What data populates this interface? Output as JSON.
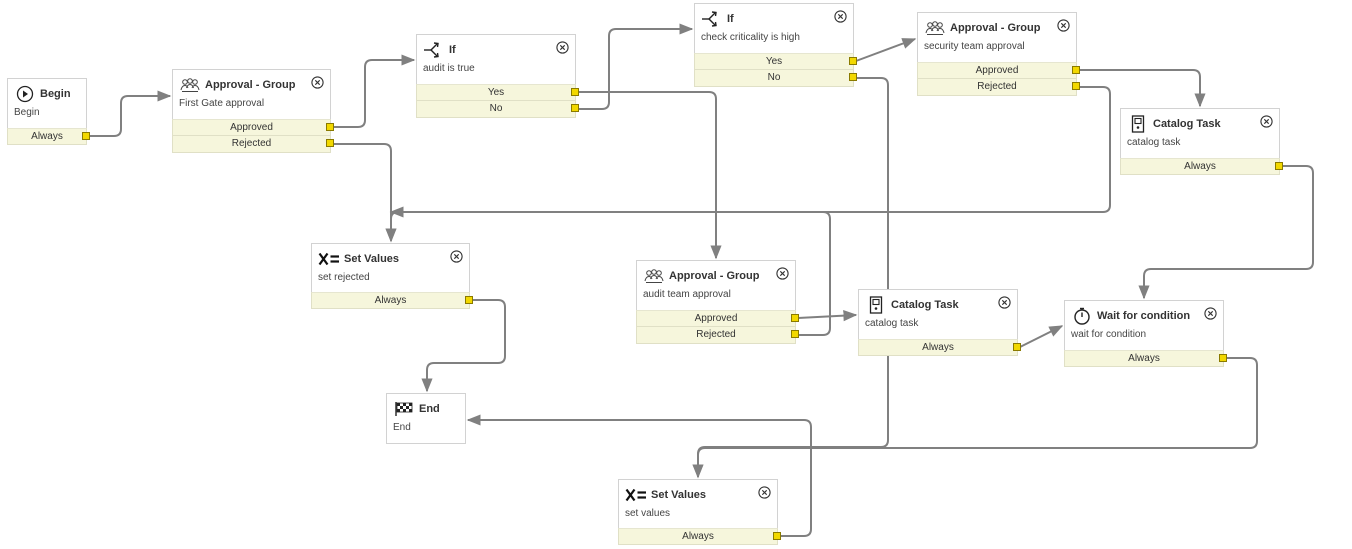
{
  "connector_color": "#808080",
  "output_bg": "#f6f6dc",
  "port_color": "#f2d800",
  "nodes": [
    {
      "id": "begin",
      "icon": "play-icon",
      "title": "Begin",
      "subtitle": "Begin",
      "outputs": [
        "Always"
      ]
    },
    {
      "id": "approval1",
      "icon": "group-approval-icon",
      "title": "Approval - Group",
      "subtitle": "First Gate approval",
      "outputs": [
        "Approved",
        "Rejected"
      ]
    },
    {
      "id": "if1",
      "icon": "branch-icon",
      "title": "If",
      "subtitle": "audit is true",
      "outputs": [
        "Yes",
        "No"
      ]
    },
    {
      "id": "if2",
      "icon": "branch-icon",
      "title": "If",
      "subtitle": "check criticality is high",
      "outputs": [
        "Yes",
        "No"
      ]
    },
    {
      "id": "approval2",
      "icon": "group-approval-icon",
      "title": "Approval - Group",
      "subtitle": "security team approval",
      "outputs": [
        "Approved",
        "Rejected"
      ]
    },
    {
      "id": "catalog1",
      "icon": "catalog-task-icon",
      "title": "Catalog Task",
      "subtitle": "catalog task",
      "outputs": [
        "Always"
      ]
    },
    {
      "id": "setvals1",
      "icon": "set-values-icon",
      "title": "Set Values",
      "subtitle": "set rejected",
      "outputs": [
        "Always"
      ]
    },
    {
      "id": "approval3",
      "icon": "group-approval-icon",
      "title": "Approval - Group",
      "subtitle": "audit team approval",
      "outputs": [
        "Approved",
        "Rejected"
      ]
    },
    {
      "id": "catalog2",
      "icon": "catalog-task-icon",
      "title": "Catalog Task",
      "subtitle": "catalog task",
      "outputs": [
        "Always"
      ]
    },
    {
      "id": "wait",
      "icon": "stopwatch-icon",
      "title": "Wait for condition",
      "subtitle": "wait for condition",
      "outputs": [
        "Always"
      ]
    },
    {
      "id": "end",
      "icon": "checkered-flag-icon",
      "title": "End",
      "subtitle": "End",
      "outputs": []
    },
    {
      "id": "setvals2",
      "icon": "set-values-icon",
      "title": "Set Values",
      "subtitle": "set values",
      "outputs": [
        "Always"
      ]
    }
  ],
  "connections": [
    {
      "from": "begin",
      "output": "Always",
      "to": "approval1"
    },
    {
      "from": "approval1",
      "output": "Approved",
      "to": "if1"
    },
    {
      "from": "approval1",
      "output": "Rejected",
      "to": "setvals1"
    },
    {
      "from": "if1",
      "output": "Yes",
      "to": "approval3"
    },
    {
      "from": "if1",
      "output": "No",
      "to": "if2"
    },
    {
      "from": "if2",
      "output": "Yes",
      "to": "approval2"
    },
    {
      "from": "if2",
      "output": "No",
      "to": "setvals2"
    },
    {
      "from": "approval2",
      "output": "Approved",
      "to": "catalog1"
    },
    {
      "from": "approval2",
      "output": "Rejected",
      "to": "setvals1"
    },
    {
      "from": "catalog1",
      "output": "Always",
      "to": "wait"
    },
    {
      "from": "approval3",
      "output": "Approved",
      "to": "catalog2"
    },
    {
      "from": "approval3",
      "output": "Rejected",
      "to": "setvals1"
    },
    {
      "from": "catalog2",
      "output": "Always",
      "to": "wait"
    },
    {
      "from": "wait",
      "output": "Always",
      "to": "setvals2"
    },
    {
      "from": "setvals1",
      "output": "Always",
      "to": "end"
    },
    {
      "from": "setvals2",
      "output": "Always",
      "to": "end"
    }
  ]
}
